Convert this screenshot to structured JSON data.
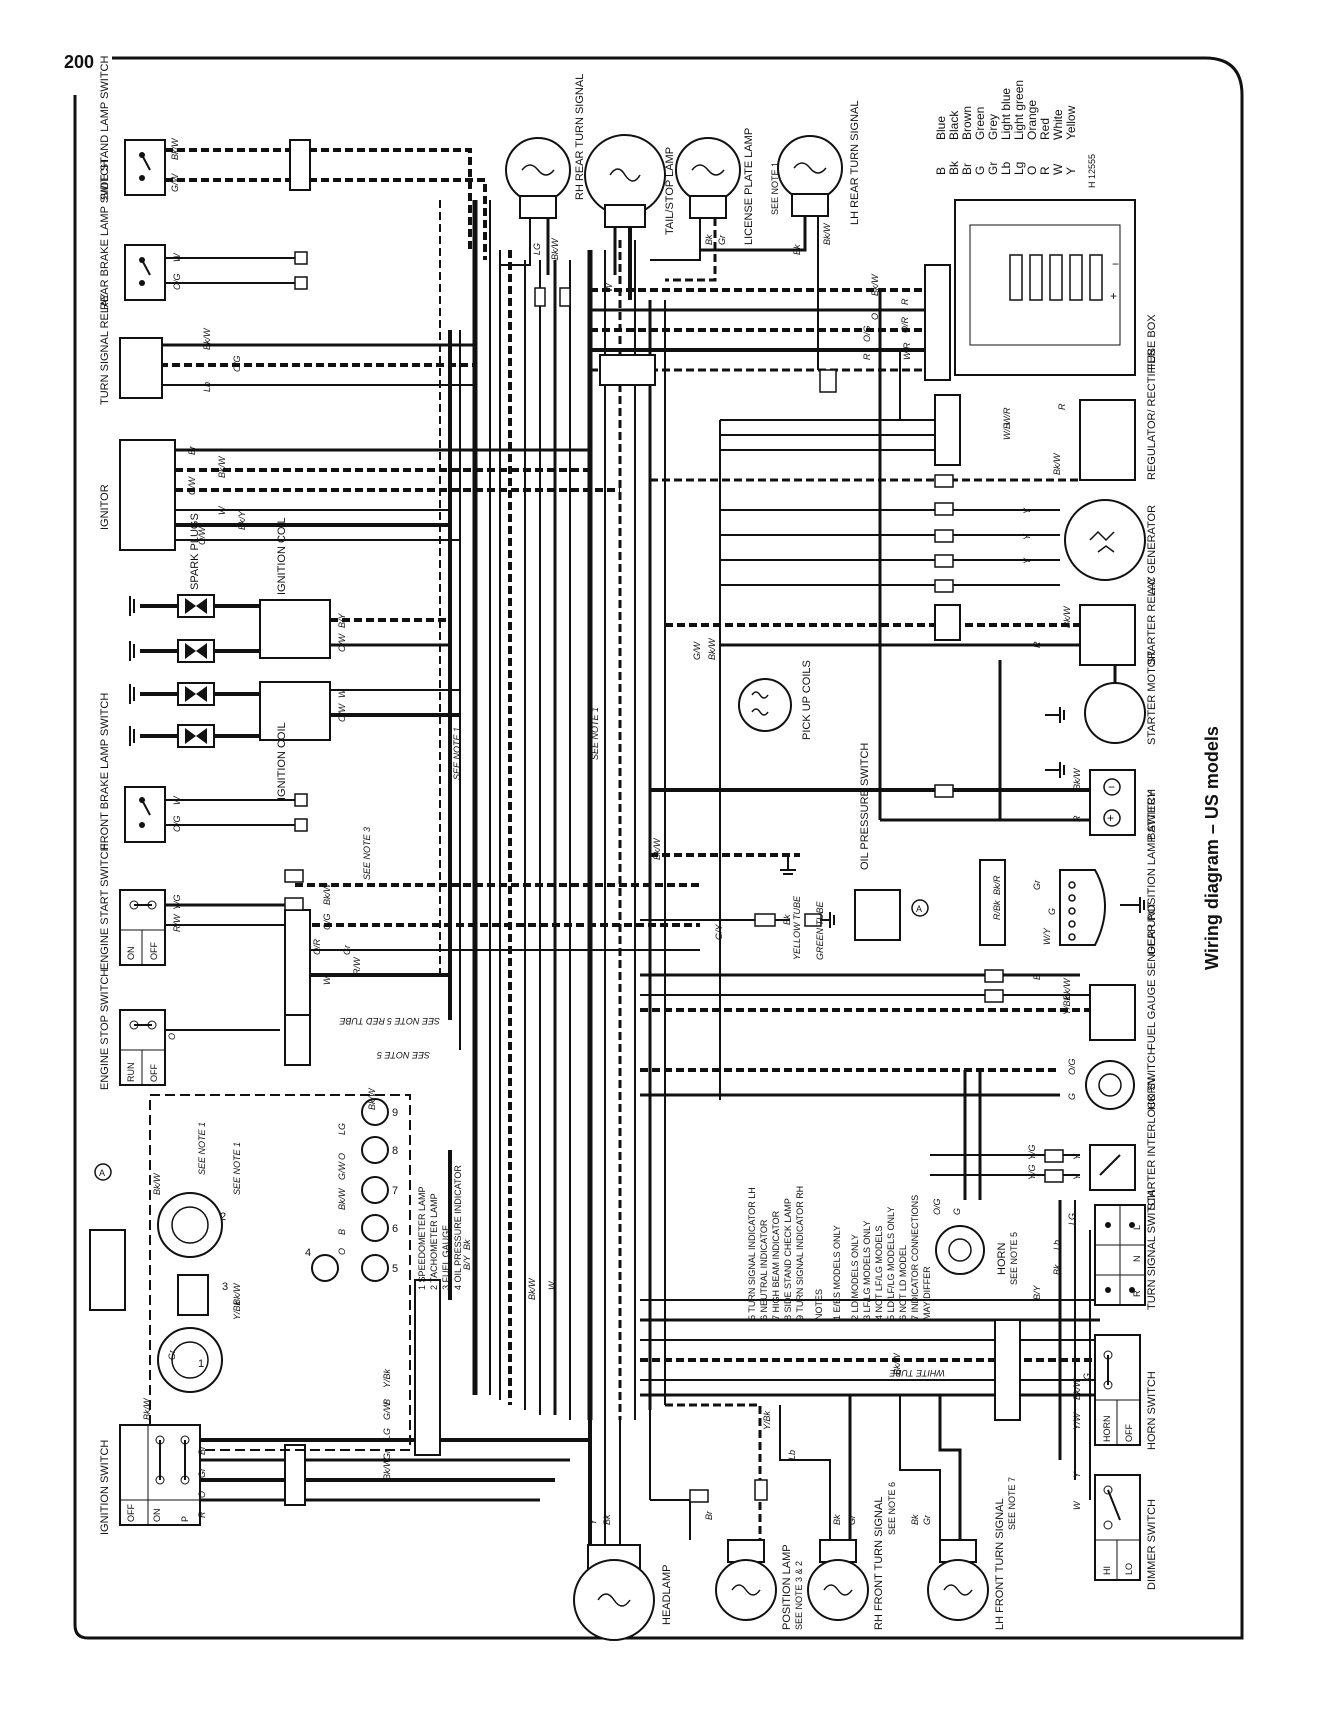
{
  "page_number": "200",
  "title": "Wiring diagram – US models",
  "drawing_ref": "H 12555",
  "colour_key": [
    {
      "code": "B",
      "name": "Blue"
    },
    {
      "code": "Bk",
      "name": "Black"
    },
    {
      "code": "Br",
      "name": "Brown"
    },
    {
      "code": "G",
      "name": "Green"
    },
    {
      "code": "Gr",
      "name": "Grey"
    },
    {
      "code": "Lb",
      "name": "Light blue"
    },
    {
      "code": "Lg",
      "name": "Light green"
    },
    {
      "code": "O",
      "name": "Orange"
    },
    {
      "code": "R",
      "name": "Red"
    },
    {
      "code": "W",
      "name": "White"
    },
    {
      "code": "Y",
      "name": "Yellow"
    }
  ],
  "components": {
    "side_stand_lamp_switch": "SIDE STAND LAMP SWITCH",
    "rear_brake_lamp_switch": "REAR BRAKE LAMP SWITCH",
    "turn_signal_relay": "TURN SIGNAL RELAY",
    "ignitor": "IGNITOR",
    "spark_plugs": "SPARK PLUGS",
    "ignition_coil_1": "IGNITION COIL",
    "ignition_coil_2": "IGNITION COIL",
    "front_brake_lamp_switch": "FRONT BRAKE LAMP SWITCH",
    "engine_start_switch": "ENGINE START SWITCH",
    "engine_stop_switch": "ENGINE STOP SWITCH",
    "ignition_switch": "IGNITION SWITCH",
    "rh_rear_turn_signal": "RH REAR TURN SIGNAL",
    "tail_stop_lamp": "TAIL/STOP LAMP",
    "license_plate_lamp": "LICENSE PLATE LAMP",
    "lh_rear_turn_signal": "LH REAR TURN SIGNAL",
    "fuse_box": "FUSE BOX",
    "regulator_rectifier": "REGULATOR/ RECTIFIER",
    "ac_generator": "A.C GENERATOR",
    "starter_relay": "STARTER RELAY",
    "starter_motor": "STARTER MOTOR",
    "battery": "BATTERY",
    "pick_up_coils": "PICK UP COILS",
    "oil_pressure_switch": "OIL PRESSURE SWITCH",
    "gear_position_lamp_switch": "GEAR POSITION LAMP SWITCH",
    "fuel_gauge_sender_unit": "FUEL GAUGE SENDER UNIT",
    "horn_1": "HORN",
    "starter_interlock_switch": "STARTER INTERLOCK SWITCH",
    "horn_2": "HORN",
    "turn_signal_switch": "TURN SIGNAL SWITCH",
    "horn_switch": "HORN SWITCH",
    "dimmer_switch": "DIMMER SWITCH",
    "headlamp": "HEADLAMP",
    "position_lamp": "POSITION LAMP",
    "rh_front_turn_signal": "RH FRONT TURN SIGNAL",
    "lh_front_turn_signal": "LH FRONT TURN SIGNAL"
  },
  "component_notes": {
    "license_plate": "SEE NOTE 1",
    "horn_2": "SEE NOTE 5",
    "position_lamp": "SEE NOTE 3 & 2",
    "rh_front": "SEE NOTE 6",
    "lh_front": "SEE NOTE 7"
  },
  "switch_positions": {
    "engine_start": [
      "ON",
      "OFF"
    ],
    "engine_stop": [
      "RUN",
      "OFF"
    ],
    "ignition": [
      "OFF",
      "ON",
      "P"
    ],
    "horn": [
      "HORN",
      "OFF"
    ],
    "dimmer": [
      "HI",
      "LO"
    ],
    "turn_signal": [
      "L",
      "N",
      "R"
    ]
  },
  "instrument_legend": [
    "1  SPEEDOMETER LAMP",
    "2  TACHOMETER LAMP",
    "3  FUEL GAUGE",
    "4  OIL PRESSURE INDICATOR"
  ],
  "indicator_legend": [
    "5  TURN SIGNAL INDICATOR LH",
    "6  NEUTRAL INDICATOR",
    "7  HIGH BEAM INDICATOR",
    "8  SIDE STAND CHECK LAMP",
    "9  TURN SIGNAL INDICATOR RH"
  ],
  "notes_heading": "NOTES",
  "notes": [
    "1  E/ES MODELS ONLY",
    "2  LD MODELS ONLY",
    "3  LF/LG MODELS ONLY",
    "4  NOT LF/LG MODELS",
    "5  LD/LF/LG MODELS ONLY",
    "6  NOT LD MODEL",
    "7  INDICATOR CONNECTIONS",
    "    MAY DIFFER"
  ],
  "tube_labels": {
    "red_tube": "RED TUBE",
    "white_tube": "WHITE TUBE",
    "yellow_tube": "YELLOW TUBE",
    "green_tube": "GREEN TUBE"
  },
  "connector_marker": "A",
  "note_refs": {
    "see_note_1": "SEE NOTE 1",
    "see_note_3": "SEE NOTE 3",
    "see_note_5": "SEE NOTE 5"
  },
  "wire_codes": {
    "bk_w": "Bk/W",
    "g_w": "G/W",
    "o_g": "O/G",
    "w": "W",
    "lg": "LG",
    "br": "Br",
    "r": "R",
    "o": "O",
    "o_r": "O/R",
    "r_w": "R/W",
    "lb": "Lb",
    "bk_y": "Bk/Y",
    "o_w": "O/W",
    "b_y": "B/Y",
    "w_r": "W/R",
    "w_b": "W/B",
    "y": "Y",
    "g_y": "G/Y",
    "bk": "Bk",
    "b": "B",
    "gr": "Gr",
    "y_bk": "Y/Bk",
    "y_g": "Y/G",
    "g": "G",
    "bk_r": "Bk/R",
    "r_bk": "R/Bk",
    "y_w": "Y/W",
    "w_y": "W/Y"
  }
}
